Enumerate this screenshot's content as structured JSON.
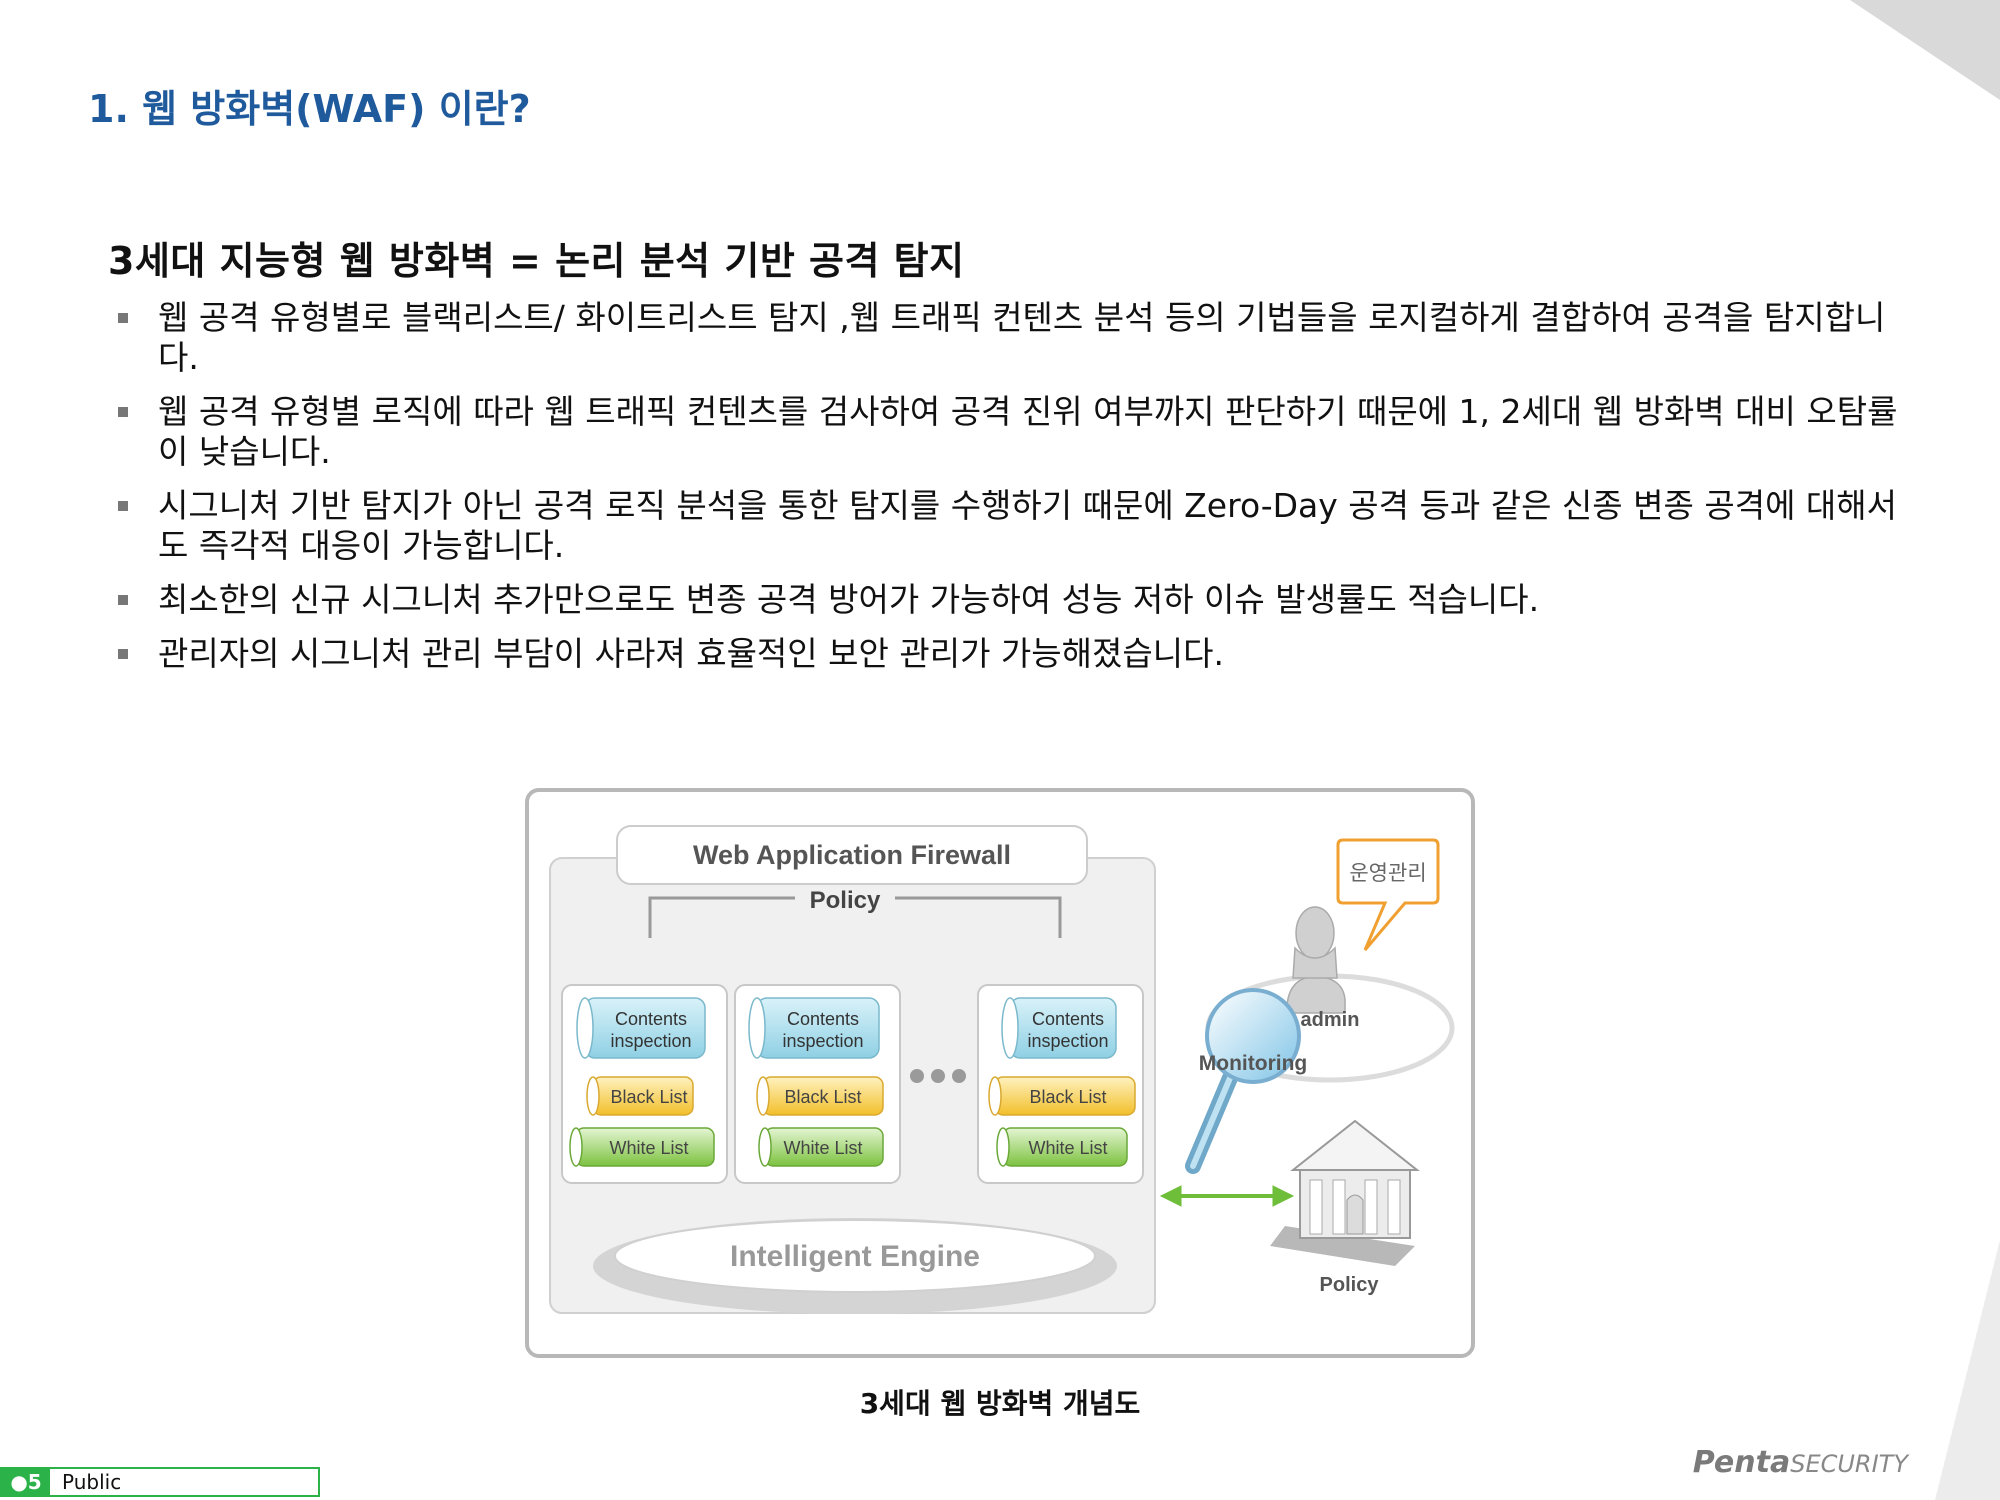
{
  "slide": {
    "title": "1. 웹 방화벽(WAF) 이란?",
    "heading": "3세대 지능형 웹 방화벽  = 논리 분석 기반 공격 탐지",
    "bullets": [
      "웹 공격 유형별로 블랙리스트/ 화이트리스트 탐지 ,웹 트래픽 컨텐츠 분석 등의 기법들을 로지컬하게 결합하여 공격을 탐지합니다.",
      "웹 공격 유형별 로직에 따라 웹 트래픽 컨텐츠를 검사하여 공격 진위 여부까지 판단하기 때문에 1, 2세대 웹 방화벽 대비 오탐률이 낮습니다.",
      "시그니처 기반 탐지가 아닌 공격 로직 분석을 통한 탐지를 수행하기 때문에 Zero-Day 공격 등과 같은 신종 변종 공격에 대해서도 즉각적 대응이 가능합니다.",
      "최소한의 신규 시그니처 추가만으로도 변종 공격 방어가 가능하여 성능 저하 이슈 발생률도 적습니다.",
      "관리자의 시그니처 관리 부담이 사라져 효율적인 보안 관리가 가능해졌습니다."
    ],
    "caption": "3세대 웹 방화벽 개념도"
  },
  "diagram": {
    "waf_title": "Web Application Firewall",
    "policy_label": "Policy",
    "contents_line1": "Contents",
    "contents_line2": "inspection",
    "black_list": "Black List",
    "white_list": "White List",
    "engine": "Intelligent Engine",
    "bubble": "운영관리",
    "admin": "admin",
    "monitoring": "Monitoring",
    "policy_building": "Policy"
  },
  "footer": {
    "page_number": "5",
    "classification": "Public",
    "brand_bold": "Penta",
    "brand_rest": "SECURITY"
  },
  "colors": {
    "title_blue": "#1f5a9c",
    "cyan_cyl": "#9fd9ea",
    "yellow_cyl": "#f5c63a",
    "green_cyl": "#86c94a",
    "bubble_orange": "#f0a030",
    "footer_green": "#2bb34a"
  }
}
